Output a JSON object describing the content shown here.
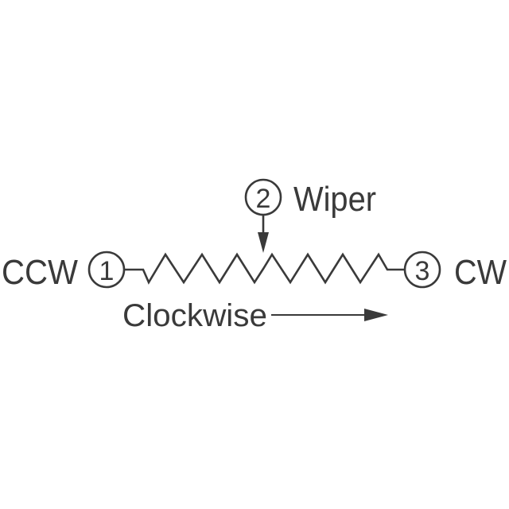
{
  "terminals": {
    "left": {
      "number": "1",
      "label": "CCW"
    },
    "middle": {
      "number": "2",
      "label": "Wiper"
    },
    "right": {
      "number": "3",
      "label": "CW"
    }
  },
  "direction": {
    "label": "Clockwise"
  },
  "colors": {
    "ink": "#3a3a3a",
    "background": "#ffffff"
  }
}
